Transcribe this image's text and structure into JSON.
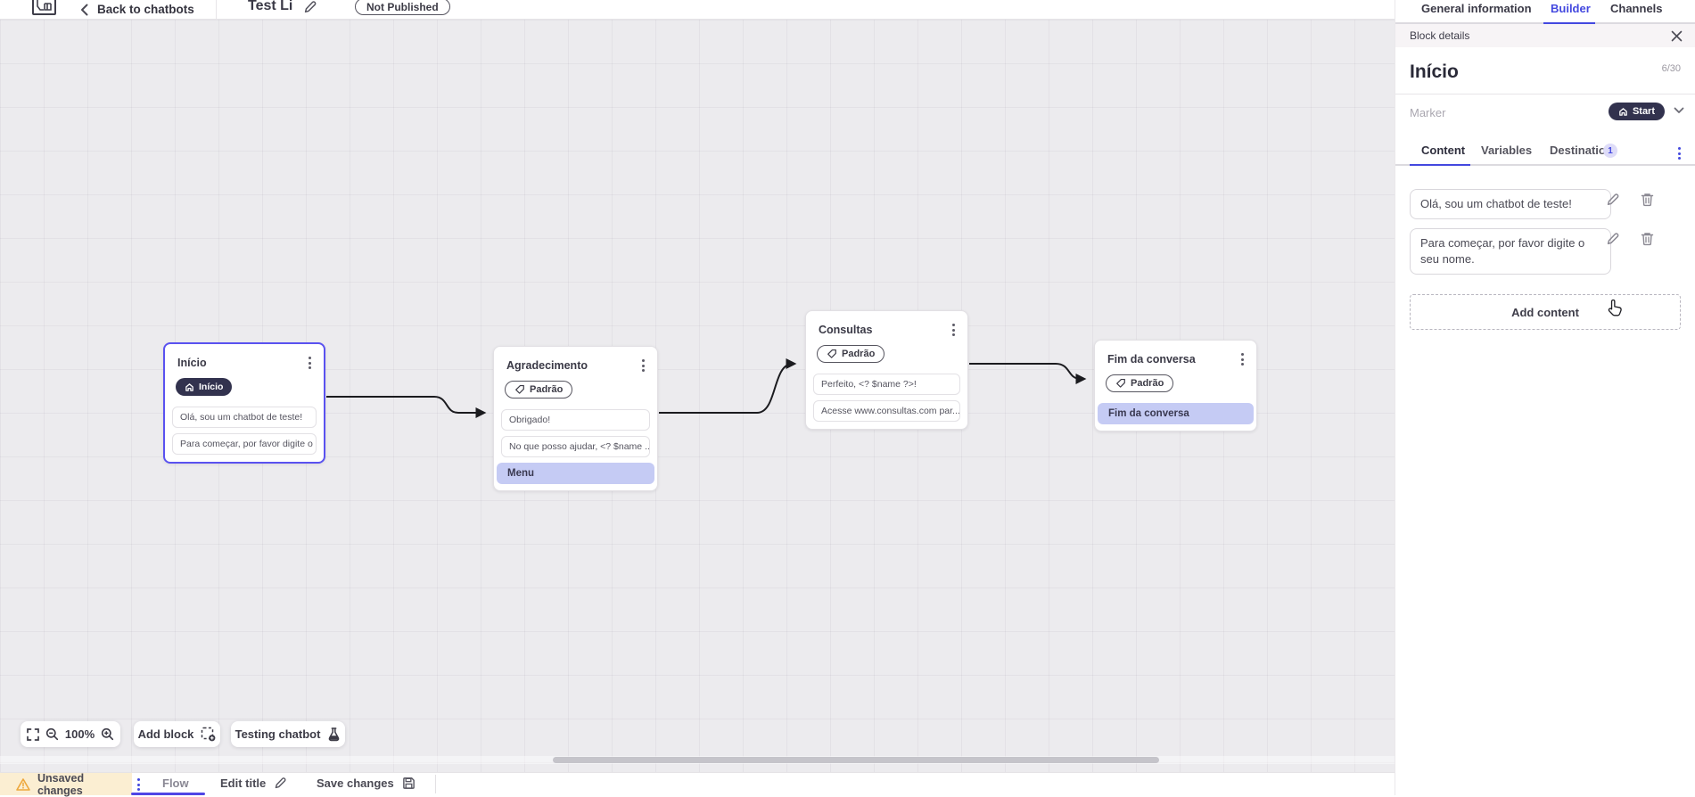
{
  "topbar": {
    "back_label": "Back to chatbots",
    "title": "Test Li",
    "status": "Not Published"
  },
  "nav_tabs": {
    "general": "General information",
    "builder": "Builder",
    "channels": "Channels"
  },
  "panel": {
    "header": "Block details",
    "name": "Início",
    "counter": "6/30",
    "marker_label": "Marker",
    "marker_value": "Start",
    "tabs": {
      "content": "Content",
      "variables": "Variables",
      "destination": "Destination",
      "destination_badge": "1"
    },
    "items": [
      {
        "text": "Olá, sou um chatbot de teste!"
      },
      {
        "text": "Para começar, por favor digite o seu nome."
      }
    ],
    "add_content": "Add content"
  },
  "canvas": {
    "nodes": [
      {
        "title": "Início",
        "badge": "Início",
        "badge_type": "start",
        "selected": true,
        "items": [
          {
            "text": "Olá, sou um chatbot de teste!",
            "style": "plain"
          },
          {
            "text": "Para começar, por favor digite o ...",
            "style": "plain"
          }
        ]
      },
      {
        "title": "Agradecimento",
        "badge": "Padrão",
        "badge_type": "tag",
        "selected": false,
        "items": [
          {
            "text": "Obrigado!",
            "style": "plain"
          },
          {
            "text": "No que posso ajudar, <? $name ...",
            "style": "plain"
          },
          {
            "text": "Menu",
            "style": "highlight"
          }
        ]
      },
      {
        "title": "Consultas",
        "badge": "Padrão",
        "badge_type": "tag",
        "selected": false,
        "items": [
          {
            "text": "Perfeito, <? $name ?>!",
            "style": "plain"
          },
          {
            "text": "Acesse www.consultas.com par...",
            "style": "plain"
          }
        ]
      },
      {
        "title": "Fim da conversa",
        "badge": "Padrão",
        "badge_type": "tag",
        "selected": false,
        "items": [
          {
            "text": "Fim da conversa",
            "style": "highlight"
          }
        ]
      }
    ],
    "controls": {
      "zoom_level": "100%",
      "add_block": "Add block",
      "testing": "Testing chatbot"
    }
  },
  "footer": {
    "unsaved": "Unsaved changes",
    "flow": "Flow",
    "edit_title": "Edit title",
    "save": "Save changes"
  },
  "colors": {
    "accent_blue": "#4348df",
    "flow_underline_blue": "#4f46e5",
    "dark_pill_navy": "#32324e",
    "highlight_item": "#c5cbf4",
    "selected_node_border": "#5a52f0",
    "warning_bg": "#fbeed2",
    "warning_icon_orange": "#eda73c",
    "canvas_bg": "#ecebee"
  }
}
